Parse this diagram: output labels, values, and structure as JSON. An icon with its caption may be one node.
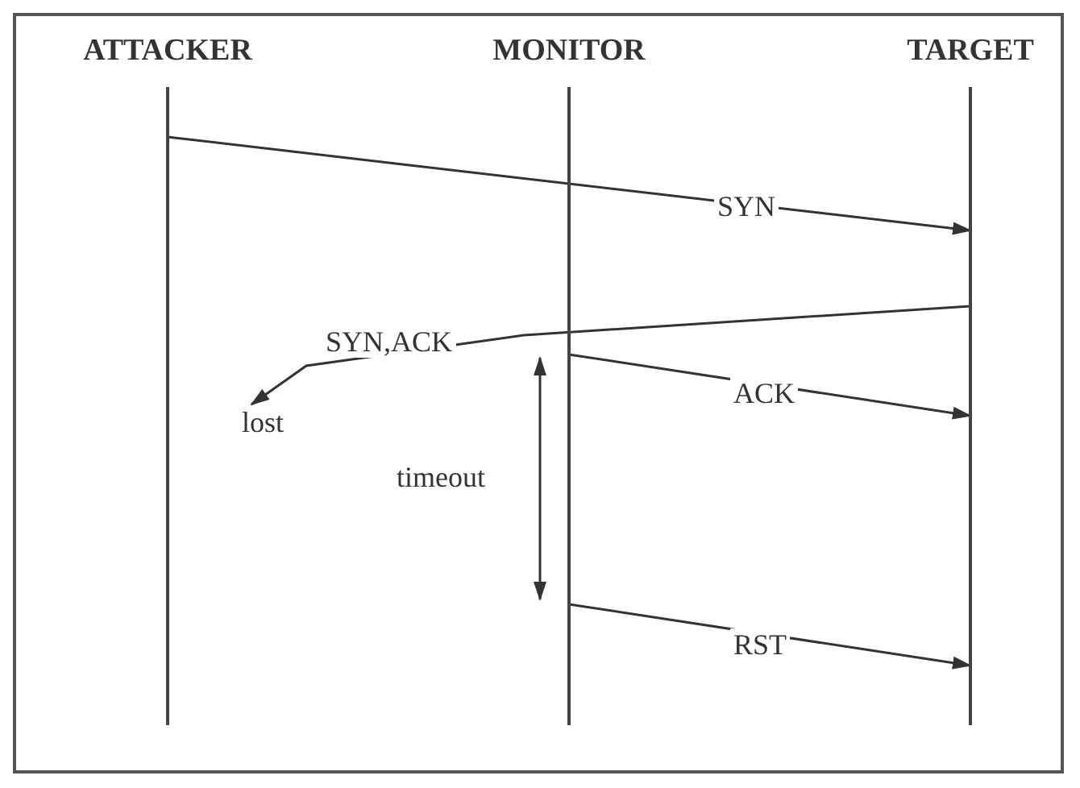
{
  "diagram": {
    "nodes": [
      {
        "text": [
          "ATTACKER"
        ]
      },
      {
        "text": [
          "MONITOR"
        ]
      },
      {
        "text": [
          "TARGET"
        ]
      },
      {
        "text": [
          "lost"
        ]
      }
    ],
    "edges": [
      {
        "from": 0,
        "to": 2,
        "arrow": "to",
        "label": "SYN"
      },
      {
        "from": 2,
        "to": 3,
        "arrow": "to",
        "label": "SYN,ACK"
      },
      {
        "from": 1,
        "to": 2,
        "arrow": "to",
        "label": "ACK"
      },
      {
        "from": 1,
        "to": 2,
        "arrow": "to",
        "label": "RST"
      }
    ],
    "labels": [
      "timeout"
    ]
  }
}
